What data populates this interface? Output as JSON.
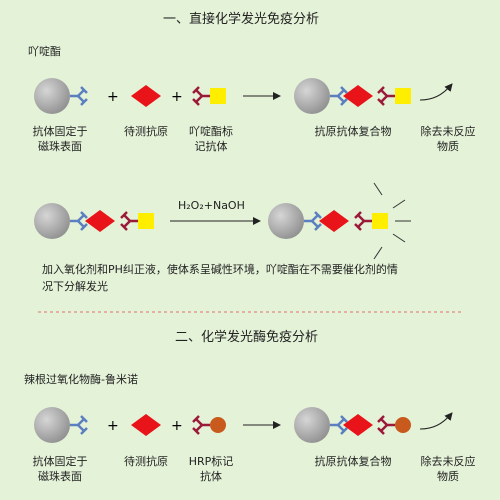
{
  "section1": {
    "title": "一、直接化学发光免疫分析",
    "subtitle": "吖啶酯",
    "labels": {
      "bead_antibody": [
        "抗体固定于",
        "磁珠表面"
      ],
      "antigen": "待测抗原",
      "labeled_antibody": [
        "吖啶酯标",
        "记抗体"
      ],
      "complex": "抗原抗体复合物",
      "remove": [
        "除去未反应",
        "物质"
      ]
    },
    "plus": "+",
    "reagent": "H₂O₂+NaOH",
    "description": [
      "加入氧化剂和PH纠正液，使体系呈碱性环境，吖啶酯在不需要催化剂的情",
      "况下分解发光"
    ]
  },
  "section2": {
    "title": "二、化学发光酶免疫分析",
    "subtitle": "辣根过氧化物酶-鲁米诺",
    "labels": {
      "bead_antibody": [
        "抗体固定于",
        "磁珠表面"
      ],
      "antigen": "待测抗原",
      "labeled_antibody": [
        "HRP标记",
        "抗体"
      ],
      "complex": "抗原抗体复合物",
      "remove": [
        "除去未反应",
        "物质"
      ]
    },
    "plus": "+"
  },
  "colors": {
    "background": "#e4f2d8",
    "bead": "#a8a8a8",
    "antibody": "#5b7fc0",
    "antigen": "#e8141a",
    "labeled_antibody": "#9b1a3a",
    "acridinium_label": "#ffee00",
    "hrp_label": "#c85a1e",
    "divider": "#e07070"
  }
}
